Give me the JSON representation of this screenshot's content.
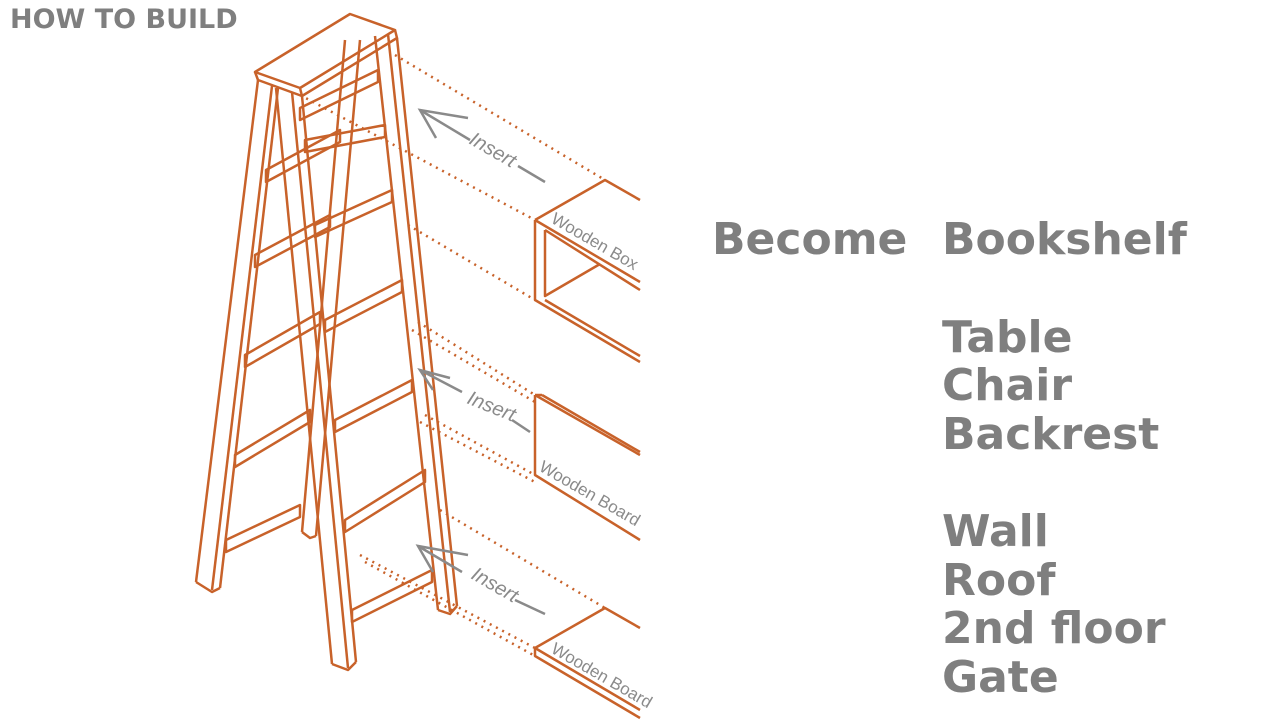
{
  "header": {
    "title": "HOW TO BUILD"
  },
  "diagram": {
    "insert_label": "Insert",
    "parts": [
      "Wooden Box",
      "Wooden Board",
      "Wooden Board"
    ],
    "wood_color": "#c8622a",
    "text_color": "#808080"
  },
  "become": {
    "label": "Become",
    "groups": [
      [
        "Bookshelf"
      ],
      [
        "Table",
        "Chair",
        "Backrest"
      ],
      [
        "Wall",
        "Roof",
        "2nd floor",
        "Gate"
      ]
    ]
  }
}
